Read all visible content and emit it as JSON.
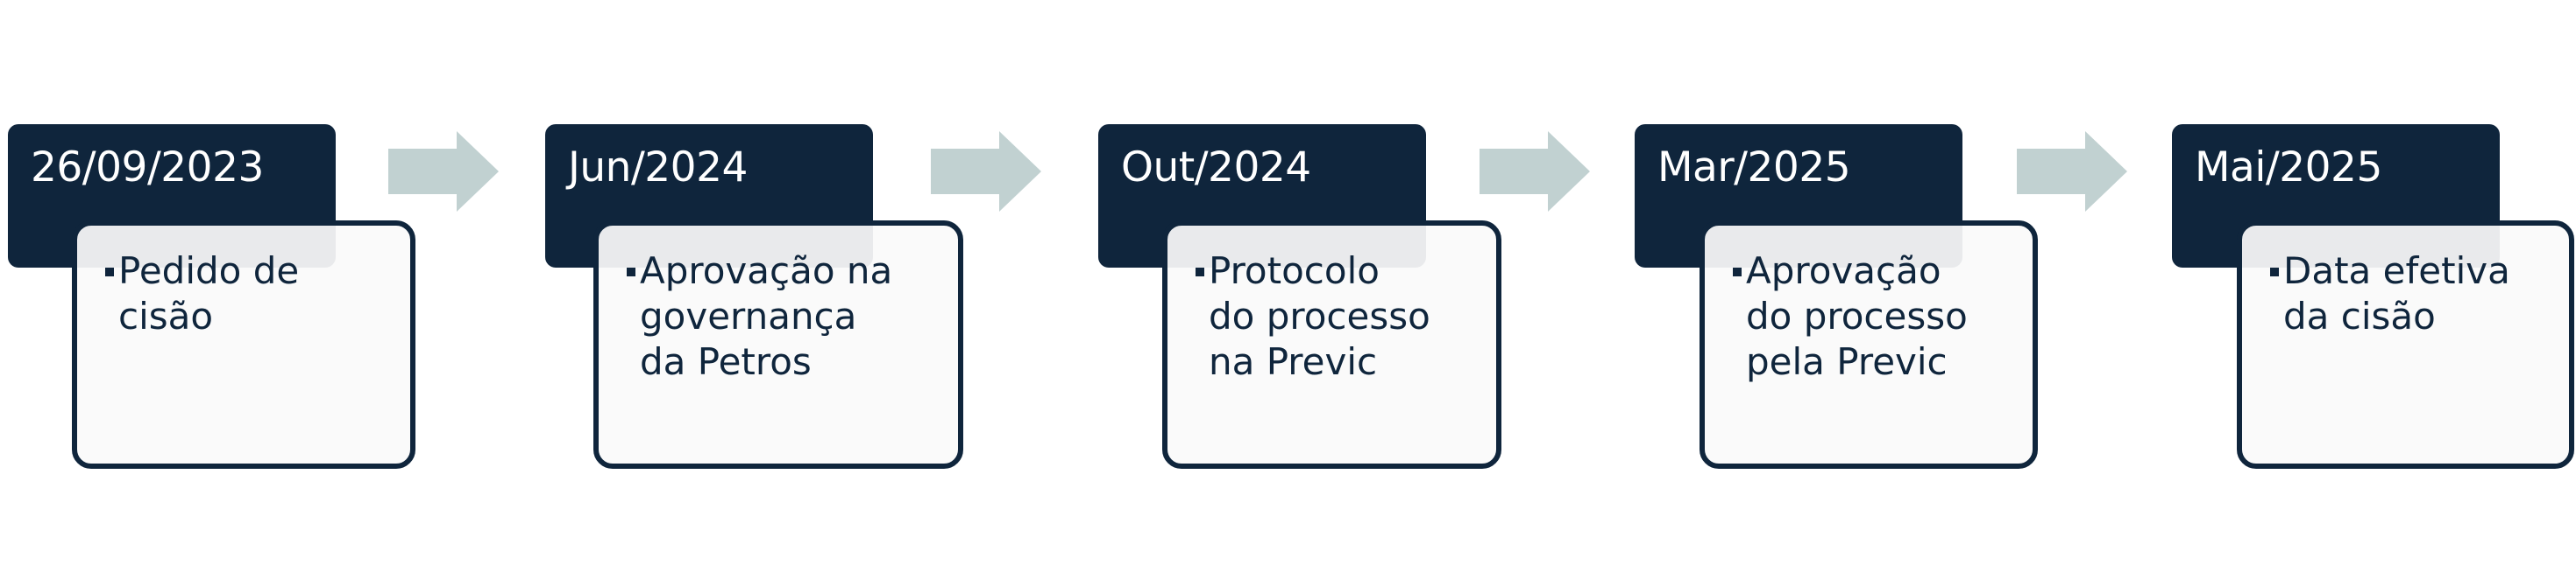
{
  "steps": [
    {
      "date": "26/09/2023",
      "description": "Pedido de\ncisão"
    },
    {
      "date": "Jun/2024",
      "description": "Aprovação na\ngovernança\nda Petros"
    },
    {
      "date": "Out/2024",
      "description": "Protocolo\ndo processo\nna Previc"
    },
    {
      "date": "Mar/2025",
      "description": "Aprovação\ndo processo\npela Previc"
    },
    {
      "date": "Mai/2025",
      "description": "Data efetiva\nda cisão"
    }
  ],
  "colors": {
    "dark_navy": "#0f253c",
    "arrow": "#c1d1d1",
    "card_fill": "#fafafa"
  },
  "icons": {
    "connector": "chevron-arrow-right-icon",
    "bullet": "square-bullet-icon"
  }
}
